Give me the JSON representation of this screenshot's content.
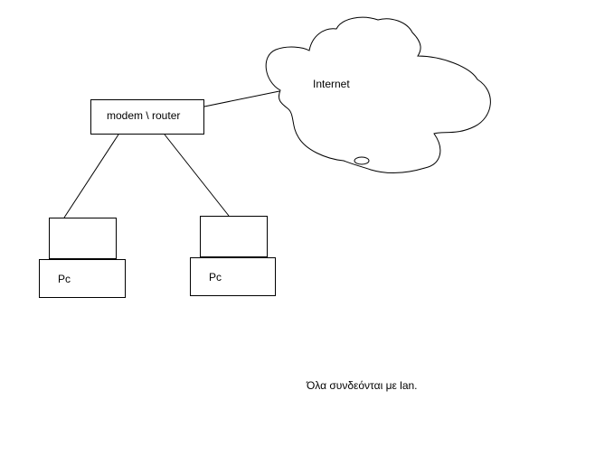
{
  "diagram": {
    "router_label": "modem \\ router",
    "cloud_label": "Internet",
    "pc1_label": "Pc",
    "pc2_label": "Pc",
    "note": "Όλα συνδεόνται με lan."
  },
  "colors": {
    "background": "#ffffff",
    "stroke": "#000000",
    "text": "#000000"
  }
}
